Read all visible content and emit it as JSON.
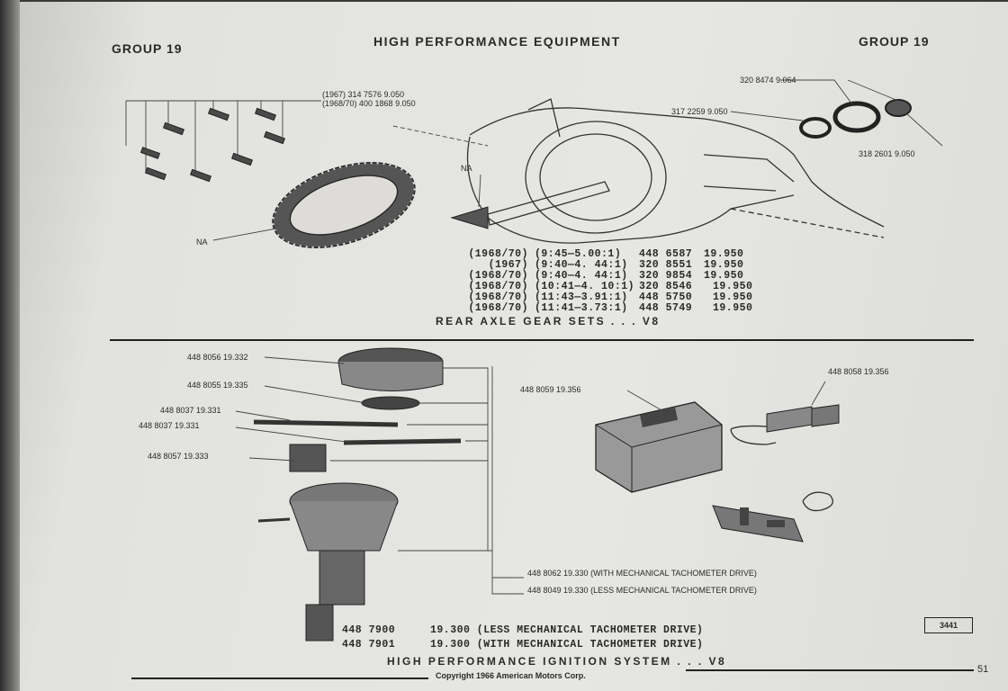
{
  "header": {
    "left_group": "GROUP 19",
    "title": "HIGH PERFORMANCE EQUIPMENT",
    "right_group": "GROUP 19"
  },
  "rear_axle": {
    "bolt_callout_1": "(1967) 314 7576   9.050",
    "bolt_callout_2": "(1968/70) 400 1868   9.050",
    "seal_1": "320 8474   9.064",
    "seal_2": "317 2259   9.050",
    "seal_3": "318 2601   9.050",
    "na_pinion": "NA",
    "na_ring": "NA",
    "gear_sets": [
      {
        "year": "(1968/70)",
        "ratio": "(9:45—5.00:1)",
        "part": "448 6587",
        "code": "19.950"
      },
      {
        "year": "(1967)",
        "ratio": "(9:40—4. 44:1)",
        "part": "320 8551",
        "code": "19.950"
      },
      {
        "year": "(1968/70)",
        "ratio": "(9:40—4. 44:1)",
        "part": "320 9854",
        "code": "19.950"
      },
      {
        "year": "(1968/70)",
        "ratio": "(10:41—4. 10:1)",
        "part": "320 8546",
        "code": "19.950"
      },
      {
        "year": "(1968/70)",
        "ratio": "(11:43—3.91:1)",
        "part": "448 5750",
        "code": "19.950"
      },
      {
        "year": "(1968/70)",
        "ratio": "(11:41—3.73:1)",
        "part": "448 5749",
        "code": "19.950"
      }
    ],
    "caption": "REAR AXLE GEAR SETS . . . V8"
  },
  "ignition": {
    "callouts": [
      "448 8056  19.332",
      "448 8055  19.335",
      "448 8037  19.331",
      "448 8037  19.331",
      "448 8057  19.333"
    ],
    "amp_callout": "448 8059  19.356",
    "pickup_callout": "448 8058  19.356",
    "tach_with": "448 8062    19.330 (WITH MECHANICAL TACHOMETER DRIVE)",
    "tach_less": "448 8049    19.330 (LESS MECHANICAL TACHOMETER DRIVE)",
    "dist_less_part": "448 7900",
    "dist_less_desc": "19.300 (LESS MECHANICAL TACHOMETER DRIVE)",
    "dist_with_part": "448 7901",
    "dist_with_desc": "19.300 (WITH MECHANICAL TACHOMETER DRIVE)",
    "caption": "HIGH PERFORMANCE IGNITION SYSTEM . . . V8"
  },
  "footer": {
    "copyright": "Copyright 1966 American Motors Corp.",
    "page_number": "51",
    "figure_number": "3441"
  }
}
